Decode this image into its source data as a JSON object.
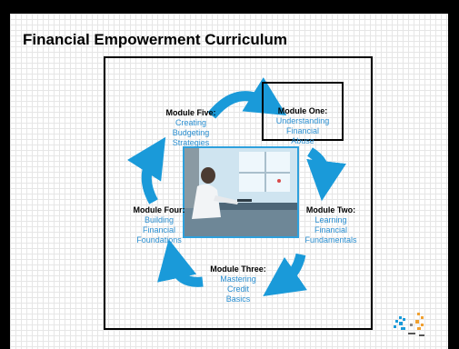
{
  "slide": {
    "title": "Financial Empowerment Curriculum"
  },
  "colors": {
    "arrow": "#1a9ad9",
    "module_text": "#2a8fd1",
    "photo_border": "#2ea0dc"
  },
  "modules": [
    {
      "title": "Module One:",
      "lines": [
        "Understanding",
        "Financial",
        "Abuse"
      ]
    },
    {
      "title": "Module Two:",
      "lines": [
        "Learning",
        "Financial",
        "Fundamentals"
      ]
    },
    {
      "title": "Module Three:",
      "lines": [
        "Mastering",
        "Credit",
        "Basics"
      ]
    },
    {
      "title": "Module Four:",
      "lines": [
        "Building",
        "Financial",
        "Foundations"
      ]
    },
    {
      "title": "Module Five:",
      "lines": [
        "Creating",
        "Budgeting",
        "Strategies"
      ]
    }
  ],
  "icons": {
    "arrows": "curved-cycle-arrow-icon",
    "photo": "woman-at-desk-photo",
    "logo": "organization-logo-icon"
  }
}
